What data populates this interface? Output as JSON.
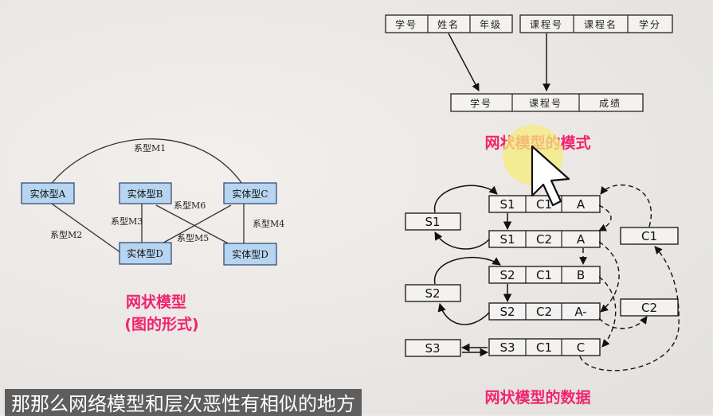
{
  "left_diagram": {
    "nodes": {
      "a": "实体型A",
      "b": "实体型B",
      "c": "实体型C",
      "d1": "实体型D",
      "d2": "实体型D"
    },
    "relations": {
      "m1": "系型M1",
      "m2": "系型M2",
      "m3": "系型M3",
      "m4": "系型M4",
      "m5": "系型M5",
      "m6": "系型M6"
    },
    "caption_line1": "网状模型",
    "caption_line2": "(图的形式)"
  },
  "schema": {
    "student_fields": [
      "学号",
      "姓名",
      "年级"
    ],
    "course_fields": [
      "课程号",
      "课程名",
      "学分"
    ],
    "enroll_fields": [
      "学号",
      "课程号",
      "成绩"
    ],
    "caption": "网状模型的模式"
  },
  "instance": {
    "records": [
      [
        "S1",
        "C1",
        "A"
      ],
      [
        "S1",
        "C2",
        "A"
      ],
      [
        "S2",
        "C1",
        "B"
      ],
      [
        "S2",
        "C2",
        "A-"
      ],
      [
        "S3",
        "C1",
        "C"
      ]
    ],
    "students": [
      "S1",
      "S2",
      "S3"
    ],
    "courses": [
      "C1",
      "C2"
    ],
    "caption": "网状模型的数据"
  },
  "subtitle": "那那么网络模型和层次恶性有相似的地方"
}
